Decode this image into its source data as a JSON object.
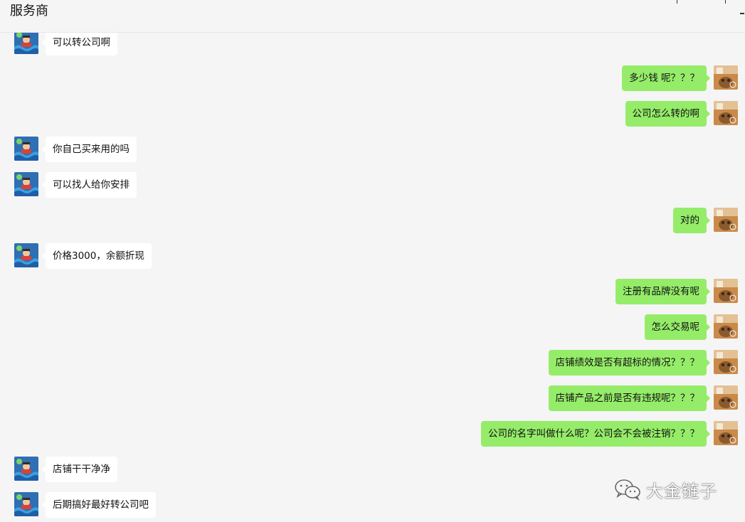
{
  "header": {
    "title": "服务商"
  },
  "colors": {
    "incoming_bubble": "#ffffff",
    "outgoing_bubble": "#95ec69",
    "background": "#f5f5f5"
  },
  "messages": [
    {
      "side": "left",
      "text": "可以转公司啊"
    },
    {
      "side": "right",
      "text": "多少钱 呢？？？"
    },
    {
      "side": "right",
      "text": "公司怎么转的啊"
    },
    {
      "side": "left",
      "text": "你自己买来用的吗"
    },
    {
      "side": "left",
      "text": "可以找人给你安排"
    },
    {
      "side": "right",
      "text": "对的"
    },
    {
      "side": "left",
      "text": "价格3000，余额折现"
    },
    {
      "side": "right",
      "text": "注册有品牌没有呢"
    },
    {
      "side": "right",
      "text": "怎么交易呢"
    },
    {
      "side": "right",
      "text": "店铺绩效是否有超标的情况？？？"
    },
    {
      "side": "right",
      "text": "店铺产品之前是否有违规呢？？？"
    },
    {
      "side": "right",
      "text": "公司的名字叫做什么呢？公司会不会被注销？？？"
    },
    {
      "side": "left",
      "text": "店铺干干净净"
    },
    {
      "side": "left",
      "text": "后期搞好最好转公司吧"
    }
  ],
  "watermark": {
    "icon": "wechat-icon",
    "text": "大金链子"
  }
}
